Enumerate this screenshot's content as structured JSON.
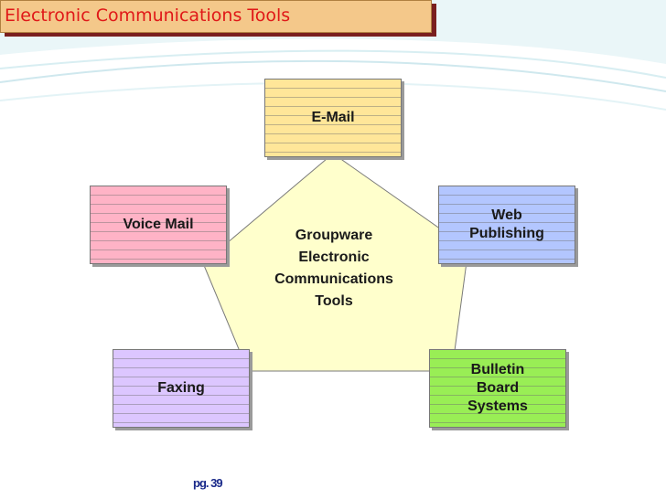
{
  "title": "Electronic Communications Tools",
  "center": {
    "label": "Groupware\nElectronic\nCommunications\nTools",
    "fill": "#ffffcc"
  },
  "nodes": {
    "email": {
      "label": "E-Mail",
      "fill": "#ffe699"
    },
    "web": {
      "label": "Web\nPublishing",
      "fill": "#b3c6ff"
    },
    "bulletin": {
      "label": "Bulletin\nBoard\nSystems",
      "fill": "#99ee55"
    },
    "faxing": {
      "label": "Faxing",
      "fill": "#dcc6ff"
    },
    "voicemail": {
      "label": "Voice Mail",
      "fill": "#ffb3c6"
    }
  },
  "footer": {
    "page_ref": "pg. 39"
  }
}
